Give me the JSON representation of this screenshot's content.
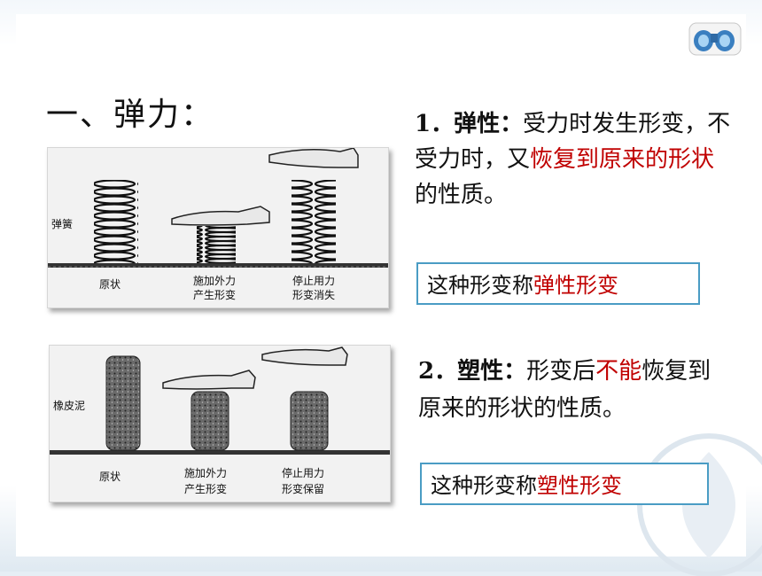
{
  "title": "一、弹力：",
  "section1": {
    "lead": "1．弹性：",
    "text_a": "受力时发生形变，不受力时，又",
    "text_red": "恢复到原来的形状",
    "text_b": "的性质。",
    "box_prefix": "这种形变称",
    "box_red": "弹性形变",
    "image": {
      "side_label": "弹簧",
      "label_1": "原状",
      "label_2a": "施加外力",
      "label_2b": "产生形变",
      "label_3a": "停止用力",
      "label_3b": "形变消失"
    }
  },
  "section2": {
    "lead": "2．塑性：",
    "text_a": "形变后",
    "text_red": "不能",
    "text_b": "恢复到原来的形状的性质。",
    "box_prefix": "这种形变称",
    "box_red": "塑性形变",
    "image": {
      "side_label": "橡皮泥",
      "label_1": "原状",
      "label_2a": "施加外力",
      "label_2b": "产生形变",
      "label_3a": "停止用力",
      "label_3b": "形变保留"
    }
  },
  "colors": {
    "highlight": "#c00000",
    "box_border": "#4a9cc4"
  },
  "icons": [
    "binoculars-icon"
  ]
}
